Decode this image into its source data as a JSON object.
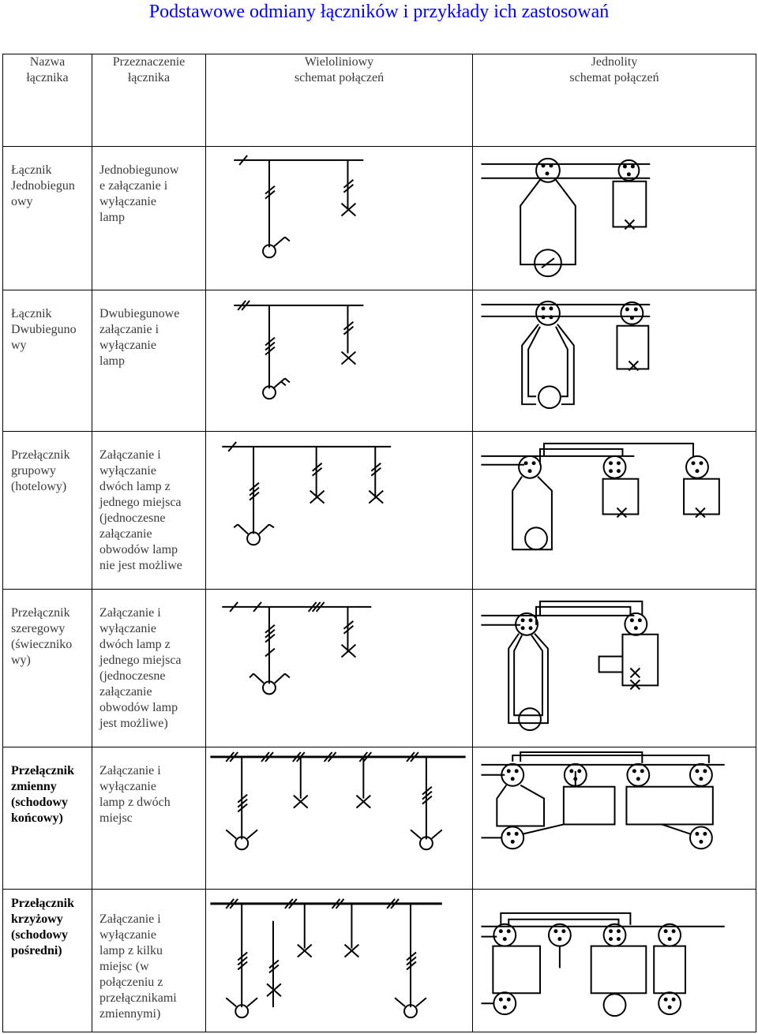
{
  "page": {
    "title": "Podstawowe odmiany łączników i przykłady ich zastosowań"
  },
  "table": {
    "headers": {
      "name": "Nazwa\nłącznika",
      "purpose": "Przeznaczenie\nłącznika",
      "multiline": "Wieloliniowy\nschemat połączeń",
      "singleline": "Jednolity\nschemat połączeń"
    },
    "rows": [
      {
        "name": "Łącznik\nJednobiegun\nowy",
        "purpose": "Jednobiegunow\ne załączanie i\nwyłączanie\nlamp"
      },
      {
        "name": "Łącznik\nDwubieguno\nwy",
        "purpose": "Dwubiegunowe\nzałączanie i\nwyłączanie\nlamp"
      },
      {
        "name": "Przełącznik\ngrupowy\n(hotelowy)",
        "purpose": "Załączanie i\nwyłączanie\ndwóch lamp z\njednego miejsca\n(jednoczesne\nzałączanie\nobwodów lamp\nnie jest możliwe"
      },
      {
        "name": "Przełącznik\nszeregowy\n(świeczniko\nwy)",
        "purpose": "Załączanie i\nwyłączanie\ndwóch lamp z\njednego miejsca\n(jednoczesne\nzałączanie\nobwodów lamp\njest możliwe)"
      },
      {
        "name": "Przełącznik\nzmienny\n(schodowy\nkońcowy)",
        "purpose": "Załączanie i\nwyłączanie\nlamp z dwóch\nmiejsc"
      },
      {
        "name": "Przełącznik\nkrzyżowy\n(schodowy\npośredni)",
        "purpose": "Załączanie i\nwyłączanie\nlamp z kilku\nmiejsc (w\npołączeniu z\nprzełącznikami\nzmiennymi)"
      }
    ]
  }
}
